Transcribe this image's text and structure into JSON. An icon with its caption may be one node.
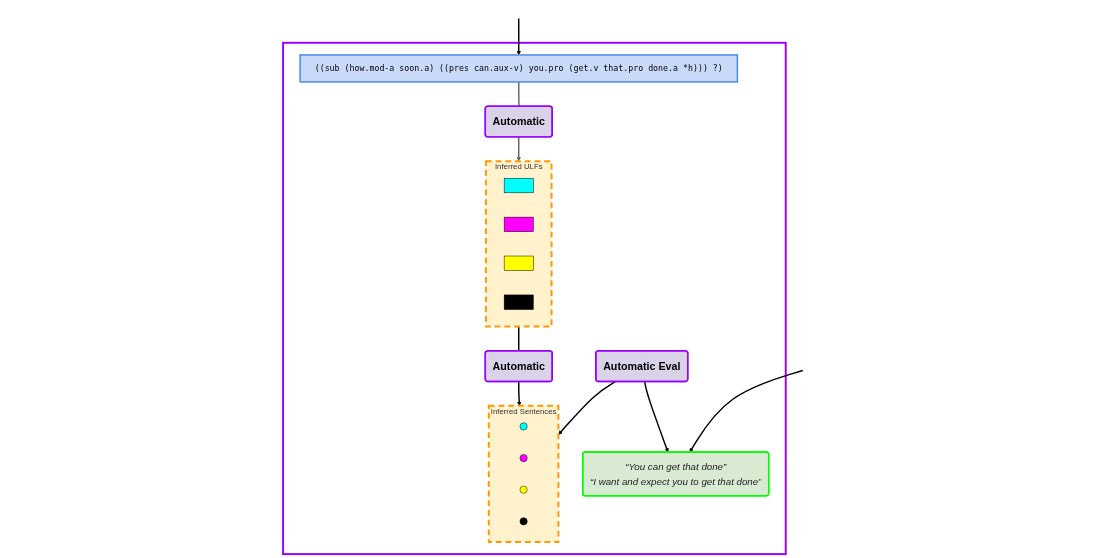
{
  "diagram": {
    "nodes": [
      {
        "text": [],
        "shape": "box"
      },
      {
        "text": [
          "“You can get that done”",
          "“I want and expect you to get that done”"
        ],
        "in": 0
      },
      {
        "text": [
          "((sub (how.mod-a soon.a) ((pres can.aux-v) you.pro (get.v that.pro done.a *h))) ?)"
        ],
        "in": 0
      },
      {
        "text": [
          "Automatic"
        ],
        "in": 0
      },
      {
        "text": [
          "Automatic Eval"
        ],
        "in": 0
      },
      {
        "text": [
          "Inferred ULFs"
        ],
        "in": 0
      },
      {
        "text": [],
        "shape": "box",
        "in": 5
      },
      {
        "text": [],
        "shape": "box",
        "in": 5
      },
      {
        "text": [],
        "shape": "box",
        "in": 5
      },
      {
        "text": [],
        "shape": "box",
        "in": 5
      },
      {
        "text": [
          "Inferred Sentences"
        ],
        "in": 0
      },
      {
        "text": [],
        "shape": "circle",
        "in": 10
      },
      {
        "text": [],
        "shape": "circle",
        "in": 10
      },
      {
        "text": [],
        "shape": "circle",
        "in": 10
      },
      {
        "text": [],
        "shape": "circle",
        "in": 10
      },
      {
        "text": [
          "Automatic"
        ],
        "in": 0
      }
    ],
    "edges": [
      {
        "from": null,
        "to": 1,
        "arrow": "to"
      },
      {
        "from": null,
        "to": 2,
        "arrow": "to"
      },
      {
        "from": 2,
        "to": 3,
        "arrow": "none",
        "color": "#666666"
      },
      {
        "from": 3,
        "to": 5,
        "arrow": "to",
        "color": "#666666"
      },
      {
        "from": 4,
        "to": 1,
        "arrow": "to"
      },
      {
        "from": 4,
        "to": 10,
        "arrow": "to"
      },
      {
        "from": 5,
        "to": 15,
        "arrow": "none"
      },
      {
        "from": 15,
        "to": 10,
        "arrow": "to"
      }
    ]
  }
}
